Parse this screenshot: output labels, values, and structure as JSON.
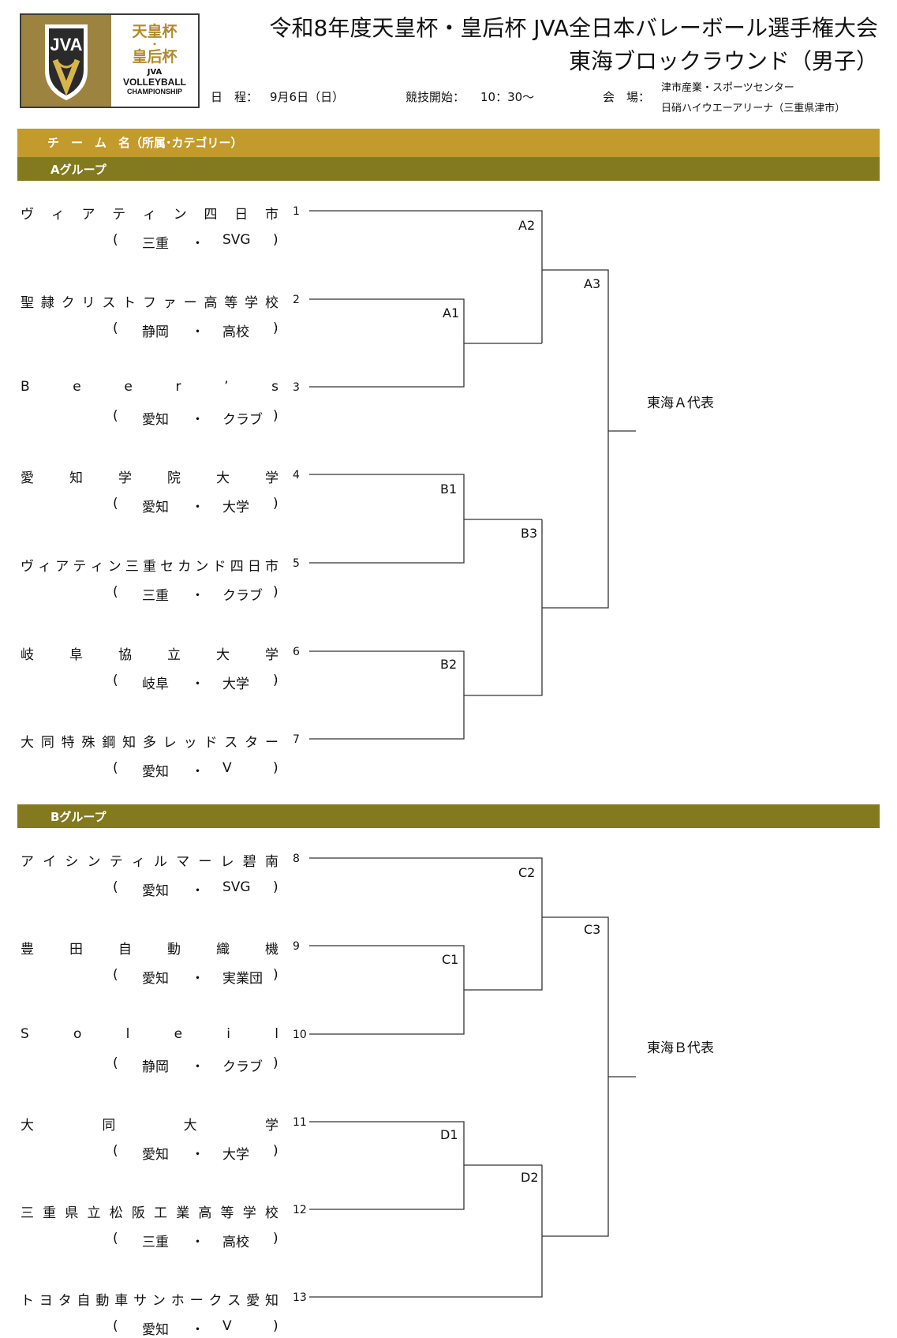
{
  "logo": {
    "jva": "JVA",
    "emperor": "天皇杯",
    "dot": "・",
    "empress": "皇后杯",
    "jva_small": "JVA",
    "volleyball": "VOLLEYBALL",
    "championship": "CHAMPIONSHIP"
  },
  "header": {
    "title_line1": "令和8年度天皇杯・皇后杯 JVA全日本バレーボール選手権大会",
    "title_line2": "東海ブロックラウンド（男子）",
    "schedule_label": "日　程：",
    "schedule_value": "9月6日（日）",
    "start_label": "競技開始：",
    "start_value": "10：30～",
    "venue_label": "会　場：",
    "venue_line1": "津市産業・スポーツセンター",
    "venue_line2": "日硝ハイウエーアリーナ（三重県津市）"
  },
  "table_header": "チ　ー　ム　名（所属･カテゴリー）",
  "groups": [
    {
      "label": "Aグループ",
      "representative": "東海Ａ代表",
      "teams": [
        {
          "num": "1",
          "name": "ヴィアティン四日市",
          "pref": "三重",
          "cat": "SVG"
        },
        {
          "num": "2",
          "name": "聖隷クリストファー高等学校",
          "pref": "静岡",
          "cat": "高校"
        },
        {
          "num": "3",
          "name": "Beer’s",
          "pref": "愛知",
          "cat": "クラブ"
        },
        {
          "num": "4",
          "name": "愛知学院大学",
          "pref": "愛知",
          "cat": "大学"
        },
        {
          "num": "5",
          "name": "ヴィアティン三重セカンド四日市",
          "pref": "三重",
          "cat": "クラブ"
        },
        {
          "num": "6",
          "name": "岐阜協立大学",
          "pref": "岐阜",
          "cat": "大学"
        },
        {
          "num": "7",
          "name": "大同特殊鋼知多レッドスター",
          "pref": "愛知",
          "cat": "V"
        }
      ],
      "matches": [
        "A1",
        "A2",
        "A3",
        "B1",
        "B2",
        "B3"
      ]
    },
    {
      "label": "Bグループ",
      "representative": "東海Ｂ代表",
      "teams": [
        {
          "num": "8",
          "name": "アイシンティルマーレ碧南",
          "pref": "愛知",
          "cat": "SVG"
        },
        {
          "num": "9",
          "name": "豊田自動織機",
          "pref": "愛知",
          "cat": "実業団"
        },
        {
          "num": "10",
          "name": "Soleil",
          "pref": "静岡",
          "cat": "クラブ"
        },
        {
          "num": "11",
          "name": "大同大学",
          "pref": "愛知",
          "cat": "大学"
        },
        {
          "num": "12",
          "name": "三重県立松阪工業高等学校",
          "pref": "三重",
          "cat": "高校"
        },
        {
          "num": "13",
          "name": "トヨタ自動車サンホークス愛知",
          "pref": "愛知",
          "cat": "V"
        }
      ],
      "matches": [
        "C1",
        "C2",
        "C3",
        "D1",
        "D2"
      ]
    }
  ],
  "sub_paren_open": "(",
  "sub_separator": "・",
  "sub_paren_close": ")"
}
